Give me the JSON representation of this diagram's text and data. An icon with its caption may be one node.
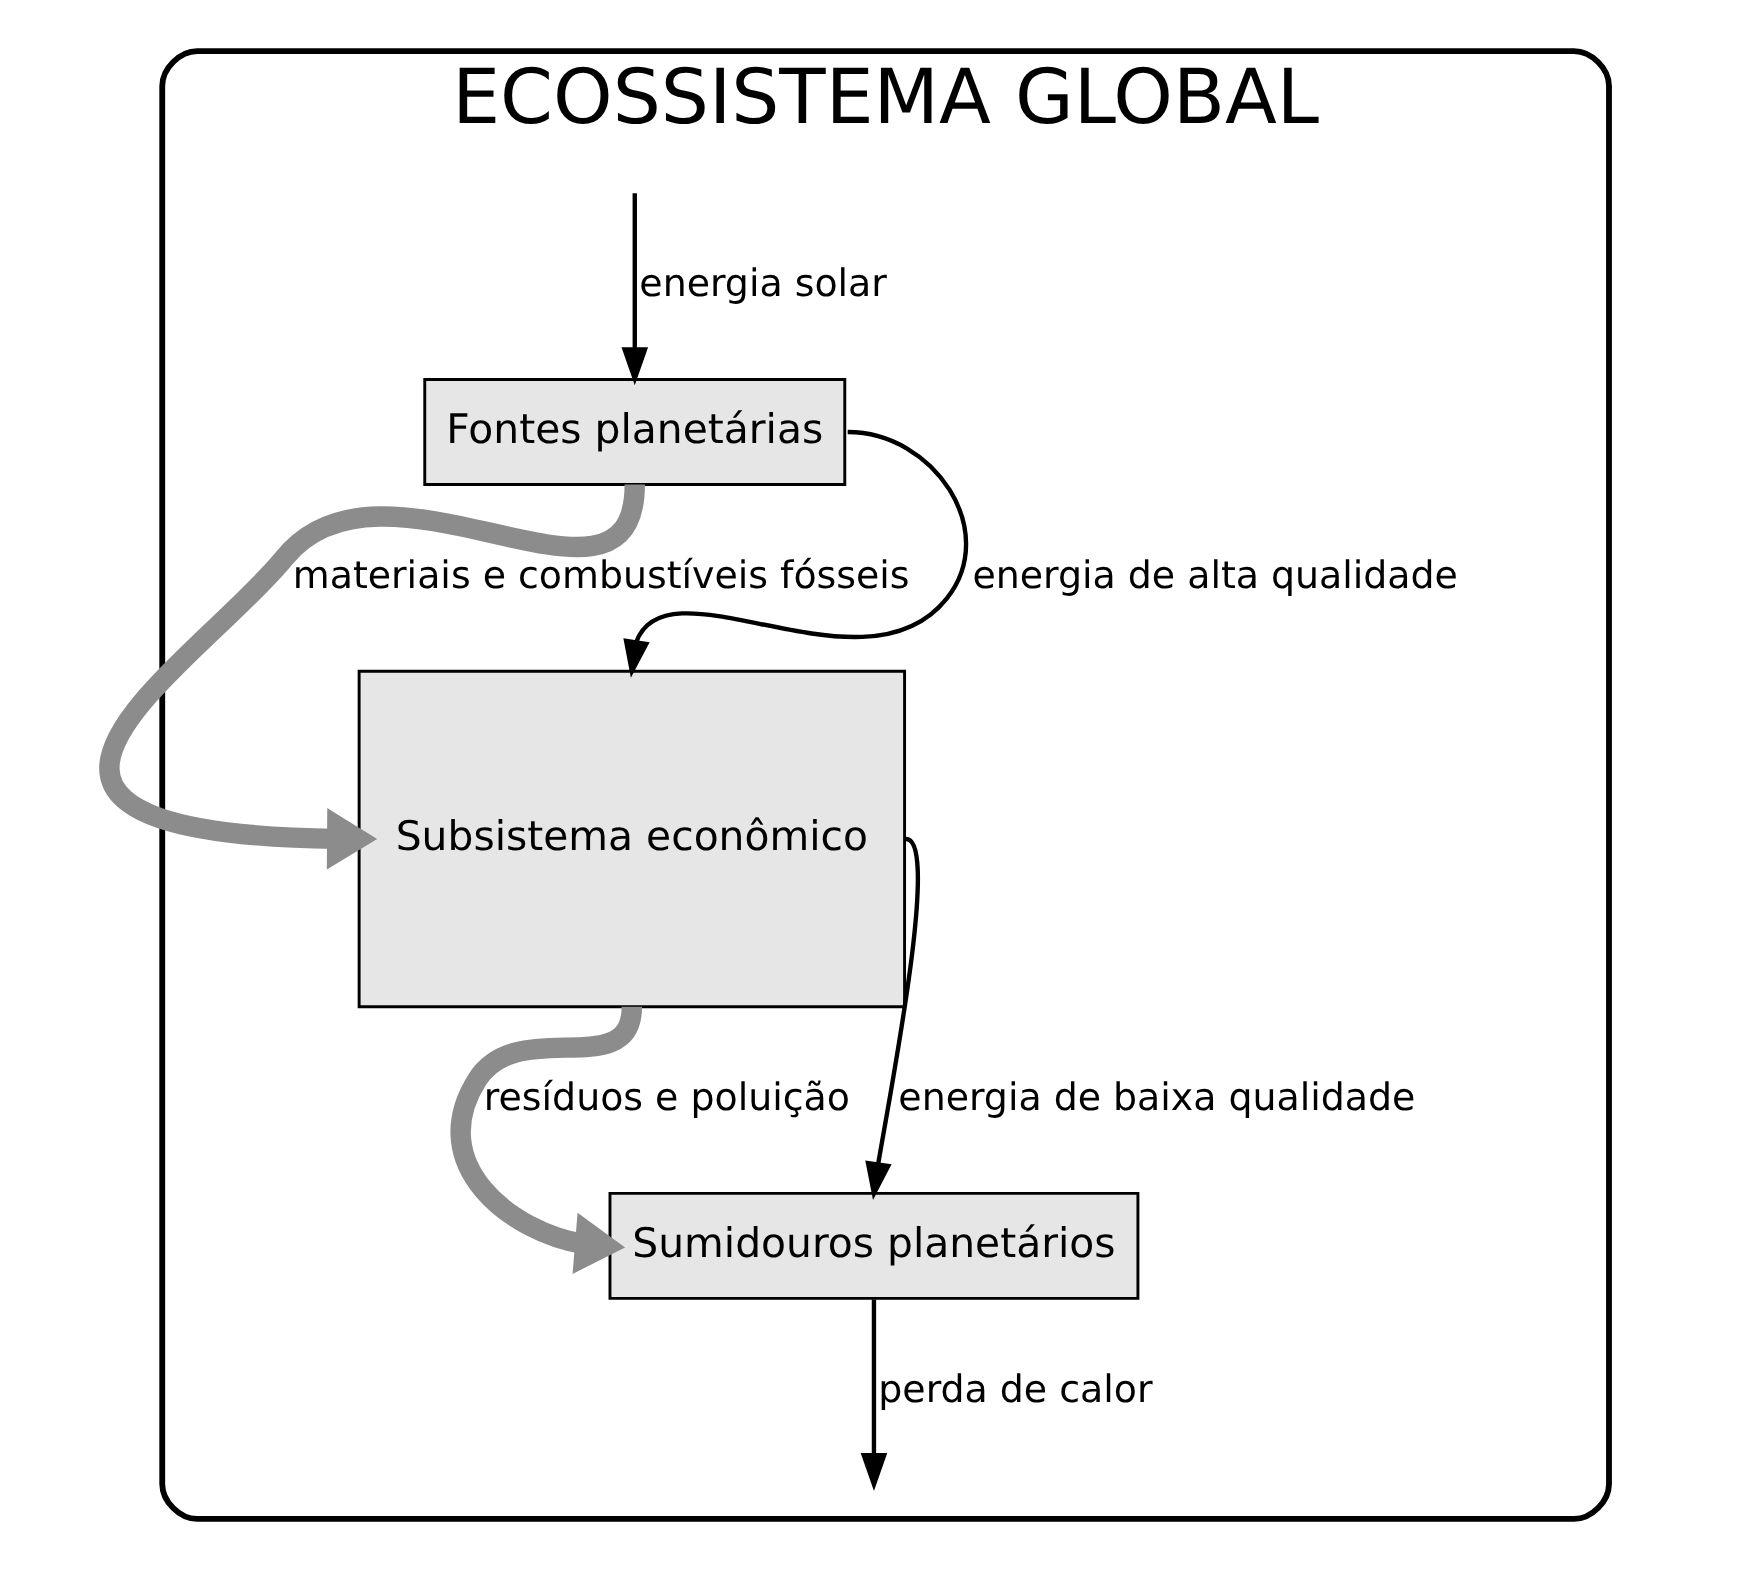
{
  "diagram": {
    "nodes": [
      {
        "text": [
          "ECOSSISTEMA GLOBAL"
        ]
      },
      {
        "text": [
          "Fontes planetárias"
        ],
        "in": 0
      },
      {
        "text": [
          "Subsistema econômico"
        ],
        "in": 0
      },
      {
        "text": [
          "Sumidouros planetários"
        ],
        "in": 0
      }
    ],
    "edges": [
      {
        "from": null,
        "to": 1,
        "arrow": "to",
        "label": "energia solar"
      },
      {
        "from": 1,
        "to": 2,
        "arrow": "to",
        "label": "energia de alta qualidade"
      },
      {
        "from": 1,
        "to": 2,
        "arrow": "to",
        "label": "materiais e combustíveis fósseis",
        "style": "thick",
        "color": "#8c8c8c"
      },
      {
        "from": 2,
        "to": 3,
        "arrow": "to",
        "label": "energia de baixa qualidade"
      },
      {
        "from": 2,
        "to": 3,
        "arrow": "to",
        "label": "resíduos e poluição",
        "style": "thick",
        "color": "#8c8c8c"
      },
      {
        "from": 3,
        "to": null,
        "arrow": "to",
        "label": "perda de calor"
      }
    ]
  }
}
